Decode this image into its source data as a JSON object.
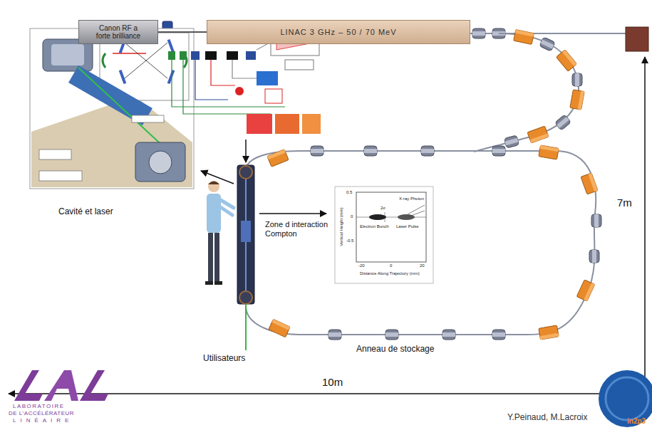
{
  "diagram": {
    "nodes": [
      {
        "text": [
          "Canon RF a forte brilliance"
        ]
      },
      {
        "text": [
          "LINAC 3 GHz – 50 / 70 MeV"
        ]
      }
    ],
    "edges": [
      {
        "from": 0,
        "to": 1,
        "arrow": "none"
      }
    ],
    "labels": [
      "Cavité et laser",
      "Zone d interaction Compton",
      "Anneau de stockage",
      "Utilisateurs",
      "10m",
      "7m",
      "Y.Peinaud, M.Lacroix",
      "LABORATOIRE",
      "DE L'ACCÉLÉRATEUR",
      "LINÉAIRE",
      "in2p3",
      "X-ray Photon",
      "2σ",
      "Electron Bunch",
      "Laser Pulse",
      "Vertical Height (mm)",
      "Distance Along Trajectory (mm)",
      "0.5",
      "0",
      "-0.5",
      "-20",
      "0",
      "20"
    ]
  }
}
